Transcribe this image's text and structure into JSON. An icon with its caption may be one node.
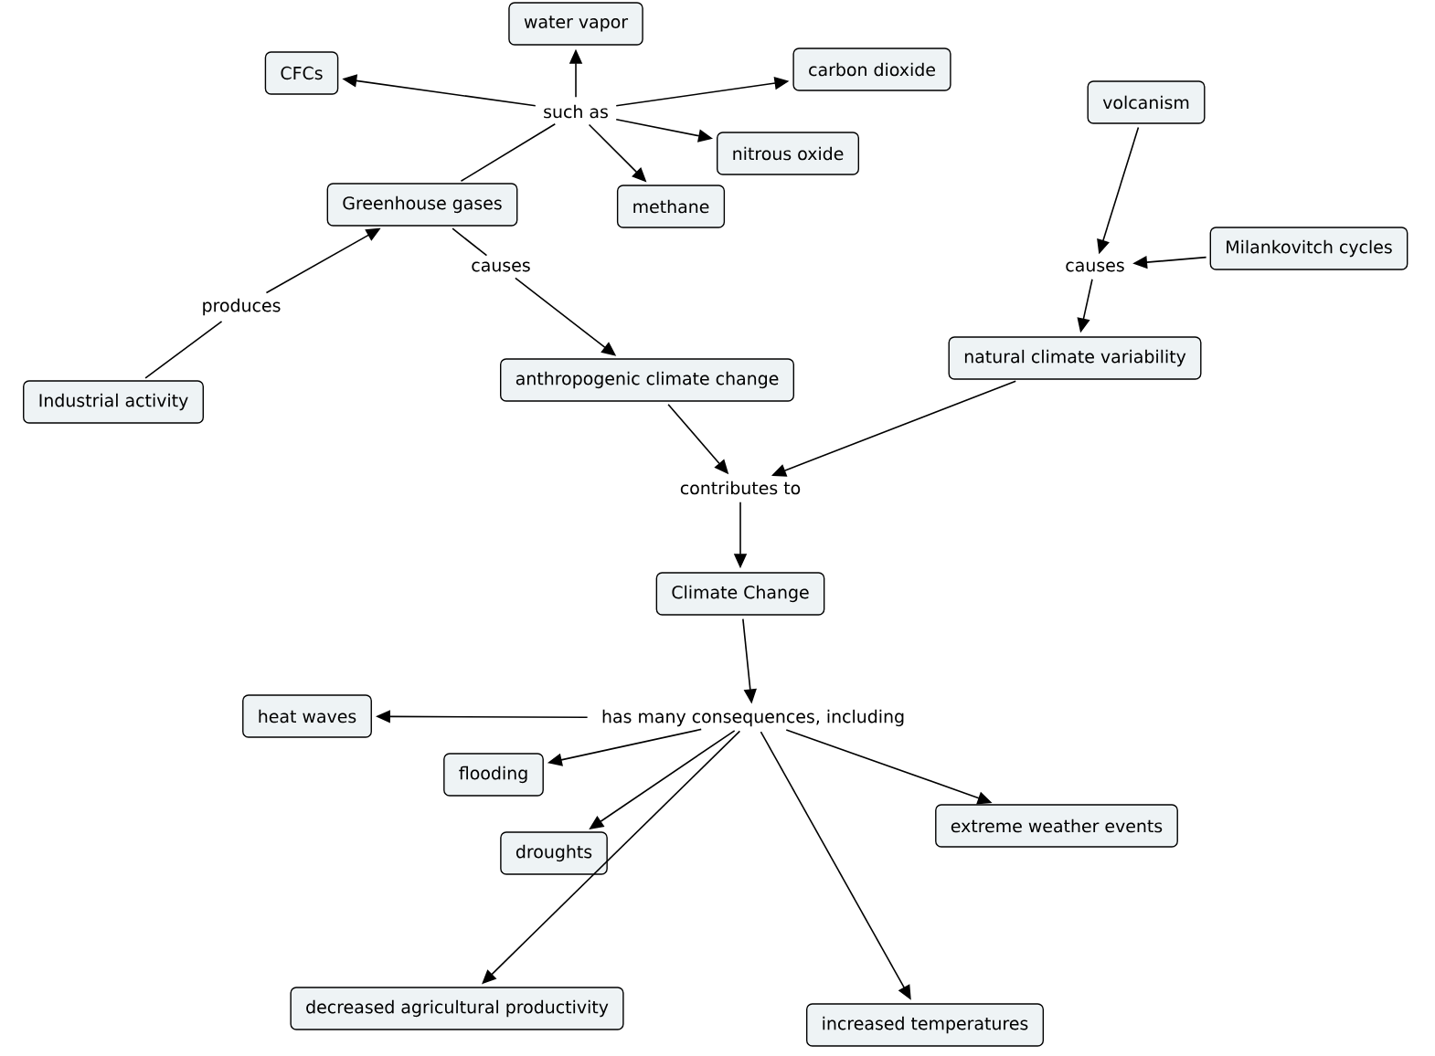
{
  "diagram": {
    "nodes": [
      {
        "text": [
          "water vapor"
        ]
      },
      {
        "text": [
          "CFCs"
        ]
      },
      {
        "text": [
          "carbon dioxide"
        ]
      },
      {
        "text": [
          "such as"
        ]
      },
      {
        "text": [
          "volcanism"
        ]
      },
      {
        "text": [
          "nitrous oxide"
        ]
      },
      {
        "text": [
          "Greenhouse gases"
        ]
      },
      {
        "text": [
          "methane"
        ]
      },
      {
        "text": [
          "Milankovitch cycles"
        ]
      },
      {
        "text": [
          "causes"
        ]
      },
      {
        "text": [
          "causes"
        ]
      },
      {
        "text": [
          "produces"
        ]
      },
      {
        "text": [
          "natural climate variability"
        ]
      },
      {
        "text": [
          "Industrial activity"
        ]
      },
      {
        "text": [
          "anthropogenic climate change"
        ]
      },
      {
        "text": [
          "contributes to"
        ]
      },
      {
        "text": [
          "Climate Change"
        ]
      },
      {
        "text": [
          "has many consequences, including"
        ]
      },
      {
        "text": [
          "heat waves"
        ]
      },
      {
        "text": [
          "flooding"
        ]
      },
      {
        "text": [
          "droughts"
        ]
      },
      {
        "text": [
          "extreme weather events"
        ]
      },
      {
        "text": [
          "decreased agricultural productivity"
        ]
      },
      {
        "text": [
          "increased temperatures"
        ]
      }
    ],
    "edges": [
      {
        "from": 6,
        "to": 3,
        "arrow": "none"
      },
      {
        "from": 3,
        "to": 1,
        "arrow": "to"
      },
      {
        "from": 3,
        "to": 0,
        "arrow": "to"
      },
      {
        "from": 3,
        "to": 2,
        "arrow": "to"
      },
      {
        "from": 3,
        "to": 5,
        "arrow": "to"
      },
      {
        "from": 3,
        "to": 7,
        "arrow": "to"
      },
      {
        "from": 6,
        "to": 9,
        "arrow": "none"
      },
      {
        "from": 9,
        "to": 14,
        "arrow": "to"
      },
      {
        "from": 13,
        "to": 11,
        "arrow": "none"
      },
      {
        "from": 11,
        "to": 6,
        "arrow": "to"
      },
      {
        "from": 4,
        "to": 10,
        "arrow": "to"
      },
      {
        "from": 8,
        "to": 10,
        "arrow": "to"
      },
      {
        "from": 10,
        "to": 12,
        "arrow": "to"
      },
      {
        "from": 14,
        "to": 15,
        "arrow": "to"
      },
      {
        "from": 12,
        "to": 15,
        "arrow": "to"
      },
      {
        "from": 15,
        "to": 16,
        "arrow": "to"
      },
      {
        "from": 16,
        "to": 17,
        "arrow": "to"
      },
      {
        "from": 17,
        "to": 18,
        "arrow": "to"
      },
      {
        "from": 17,
        "to": 19,
        "arrow": "to"
      },
      {
        "from": 17,
        "to": 20,
        "arrow": "to"
      },
      {
        "from": 17,
        "to": 21,
        "arrow": "to"
      },
      {
        "from": 17,
        "to": 22,
        "arrow": "to"
      },
      {
        "from": 17,
        "to": 23,
        "arrow": "to"
      }
    ]
  }
}
